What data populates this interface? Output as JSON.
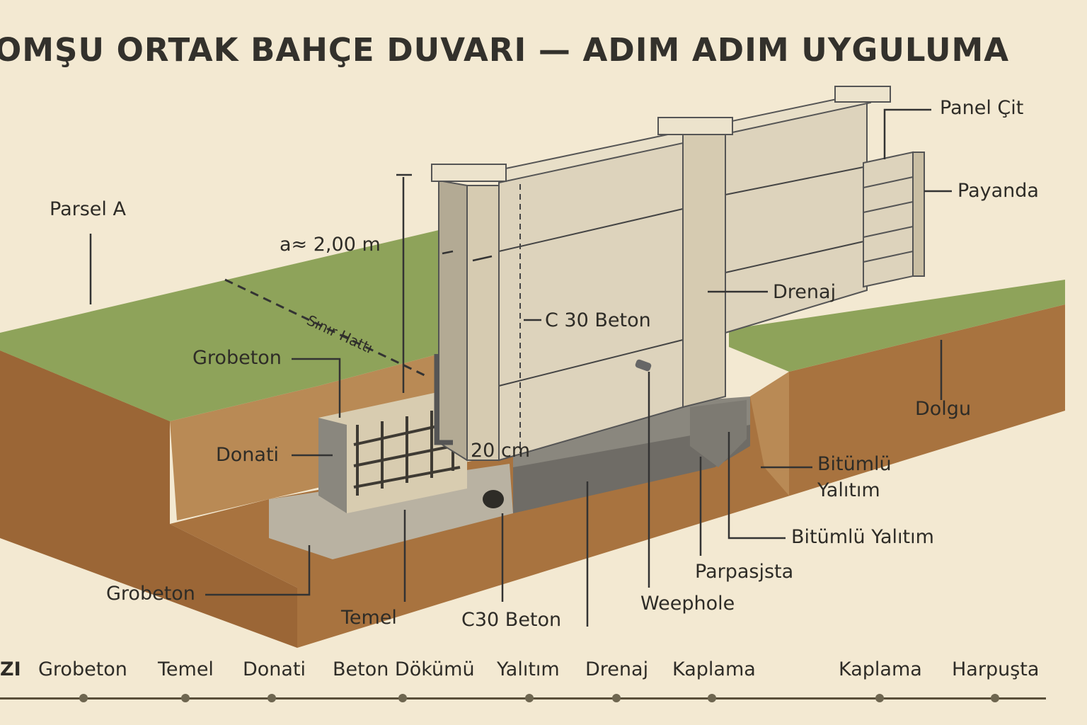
{
  "title": "OMŞU ORTAK BAHÇE DUVARI — ADIM ADIM UYGULUMA",
  "labels": {
    "parsel_a": "Parsel A",
    "height": "a≈ 2,00 m",
    "sinir": "Sınır Hattı",
    "grobeton_top": "Grobeton",
    "donati": "Donati",
    "grobeton_bottom": "Grobeton",
    "temel": "Temel",
    "c30_bottom": "C30 Beton",
    "c30_wall": "C 30 Beton",
    "thickness": "20 cm",
    "weephole": "Weephole",
    "parpasjsta": "Parpasjsta",
    "bitumlu_1": "Bitümlü",
    "yalitim_1": "Yalıtım",
    "bitumlu_2": "Bitümlü Yalıtım",
    "drenaj": "Drenaj",
    "dolgu": "Dolgu",
    "panel_cit": "Panel Çit",
    "payanda": "Payanda"
  },
  "timeline": {
    "cut_label": "ZI",
    "steps": [
      "Grobeton",
      "Temel",
      "Donati",
      "Beton Dökümü",
      "Yalıtım",
      "Drenaj",
      "Kaplama",
      "Kaplama",
      "Harpuşta"
    ]
  },
  "colors": {
    "background": "#f3e9d2",
    "grass": "#8ea35a",
    "soil": "#a8733f",
    "concrete": "#d8ccb0",
    "dark_concrete": "#8a877e"
  }
}
